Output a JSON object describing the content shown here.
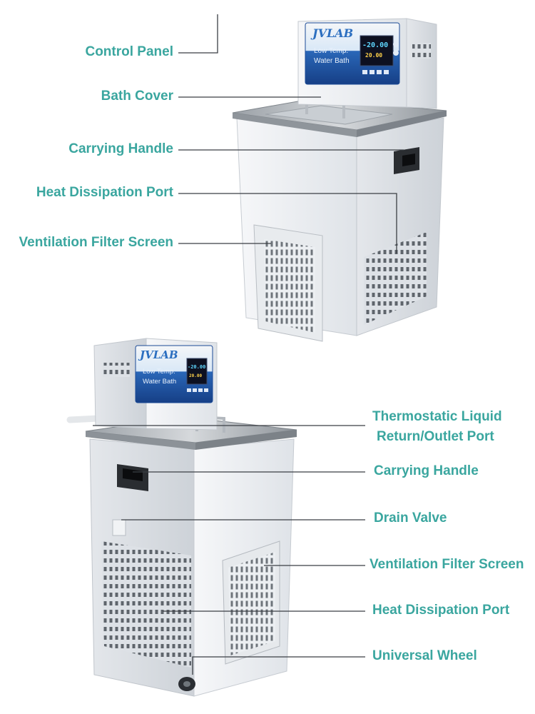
{
  "product": {
    "brand": "JVLAB",
    "model_line1": "Low Temp.",
    "model_line2": "Water Bath",
    "display_set": "-20.00",
    "display_actual": "20.00"
  },
  "top_callouts": {
    "control_panel": "Control Panel",
    "bath_cover": "Bath Cover",
    "carrying_handle": "Carrying Handle",
    "heat_port": "Heat Dissipation Port",
    "filter_screen": "Ventilation Filter Screen"
  },
  "bottom_callouts": {
    "liquid_port_line1": "Thermostatic Liquid",
    "liquid_port_line2": "Return/Outlet Port",
    "carrying_handle": "Carrying Handle",
    "drain_valve": "Drain Valve",
    "filter_screen": "Ventilation Filter Screen",
    "heat_port": "Heat Dissipation Port",
    "wheel": "Universal Wheel"
  },
  "colors": {
    "label": "#3aa69f",
    "panel_blue": "#1f57a8",
    "body": "#eef0f3"
  }
}
